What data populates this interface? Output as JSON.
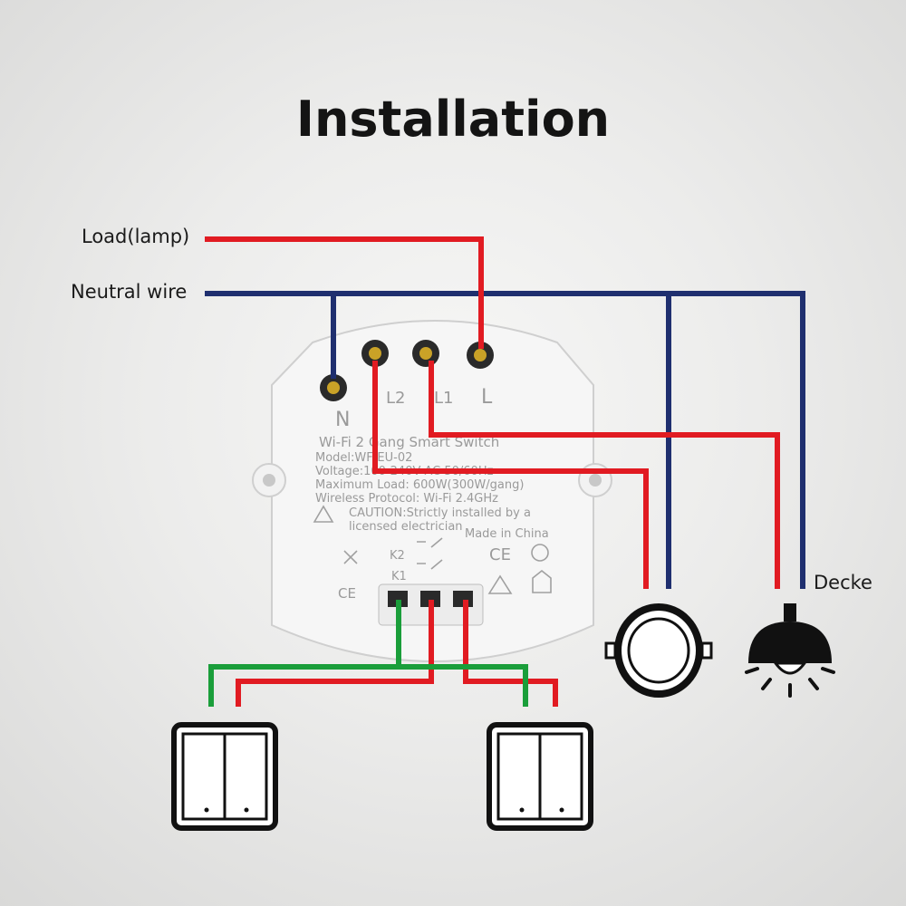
{
  "title": "Installation",
  "labels": {
    "load": "Load(lamp)",
    "neutral": "Neutral wire",
    "ceiling": "Decke"
  },
  "device": {
    "terminals": {
      "n": "N",
      "l2": "L2",
      "l1": "L1",
      "l": "L"
    },
    "product_line": "Wi-Fi 2 Gang Smart Switch",
    "model": "Model:WF-EU-02",
    "voltage": "Voltage:100-240V AC 50/60Hz",
    "max_load": "Maximum Load: 600W(300W/gang)",
    "protocol": "Wireless Protocol: Wi-Fi 2.4GHz",
    "caution_1": "CAUTION:Strictly installed by a",
    "caution_2": "licensed electrician",
    "made_in": "Made in China",
    "k2": "K2",
    "k1": "K1",
    "ce": "CE"
  },
  "colors": {
    "live": "#e11b22",
    "neutral": "#1f2f6f",
    "switch": "#1a9e3a",
    "icon": "#111111"
  },
  "icons": [
    "downlight-icon",
    "ceiling-lamp-icon",
    "wall-switch-icon",
    "wall-switch-icon"
  ]
}
